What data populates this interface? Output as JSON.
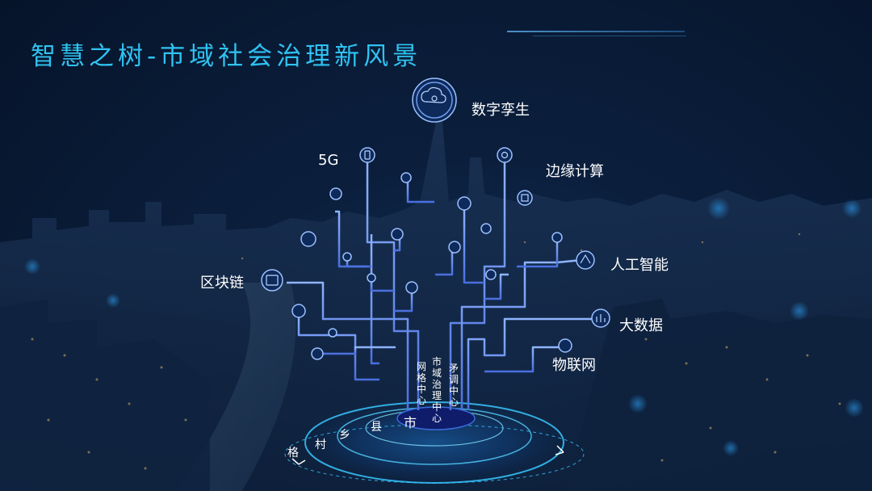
{
  "title": "智慧之树-市域社会治理新风景",
  "branches": {
    "digital_twin": "数字孪生",
    "g5": "5G",
    "edge": "边缘计算",
    "ai": "人工智能",
    "blockchain": "区块链",
    "bigdata": "大数据",
    "iot": "物联网"
  },
  "trunk_labels": {
    "grid": "网格中心",
    "governance": "市域治理中心",
    "mediation": "矛调中心"
  },
  "levels": {
    "city": "市",
    "county": "县",
    "township": "乡",
    "village": "村",
    "grid": "格"
  },
  "icons": [
    "cloud-gear-icon",
    "phone-icon",
    "gear-icon",
    "chip-icon",
    "brain-icon",
    "bar-chart-icon",
    "network-icon"
  ],
  "colors": {
    "title": "#2fc3f2",
    "line": "#7a9ff0",
    "ring": "#37c6ff"
  }
}
